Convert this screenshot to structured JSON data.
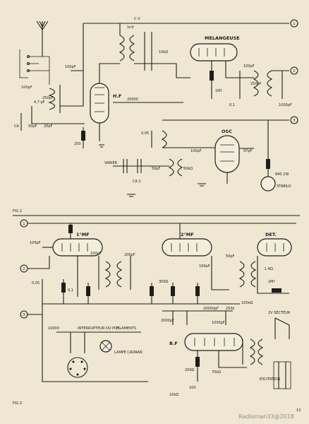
{
  "figure_labels": [
    "FIG.2",
    "FIG.3"
  ],
  "page_number": "13",
  "watermark": "Radioman33@2018",
  "fig2": {
    "stages": {
      "hf": "H.F",
      "melangeuse": "MELANGEUSE",
      "osc": "OSC",
      "cv": "C.V",
      "stabilo": "STABILO"
    },
    "connectors": [
      "1",
      "2",
      "3"
    ],
    "components": {
      "c_1mf": "1mf",
      "c_100pf_a": "100pF",
      "c_100pf_b": "100pF",
      "c_4p7": "4,7 pF",
      "c_20pf": "20pF",
      "c_50pf": "50pF",
      "c_250pf": "250pF",
      "c_ca": "CA",
      "c_10k": "10kΩ",
      "r_20000": "20000",
      "r_1mf": "1Mf",
      "c_01": "0,1",
      "c_005": "0,05",
      "c_50pf_b": "50pF",
      "c_100pf_c": "100pF",
      "varier": "VARIER",
      "r_250": "250",
      "r_840": "840 2W",
      "c_97pf": "97pF",
      "c_100kfx": "100pF",
      "r_50k": "50kΩ",
      "c_1000pf": "1000pF",
      "r_250pf": "250pF",
      "c_ca2": "CA 2"
    }
  },
  "fig3": {
    "stages": {
      "mf1": "1°MF",
      "mf2": "2°MF",
      "det": "DET.",
      "bf": "B.F"
    },
    "connectors": [
      "1",
      "2",
      "3"
    ],
    "labels": {
      "switch": "INTERRUPTEUR DU POT.",
      "filaments": "FILAMENTS",
      "lampe": "LAMPE CADRAN",
      "hp": "EXCITATION",
      "secteur": "2V SECTEUR",
      "r_50": "50pF",
      "r_1k": "1 KΩ",
      "c_100pf_a": "100pF",
      "c_100pf_b": "100pF",
      "c_100pf_c": "100pF",
      "c_200pf": "200pF",
      "r_2mf": "2Mf",
      "c_005": "0,05",
      "c_01": "0,1",
      "r_300": "300Ω",
      "r_100k": "100kΩ",
      "c_10000": "10000",
      "r_250k": "250k",
      "c_1000pf": "1000pF",
      "r_200": "200Ω",
      "c_20000": "20000pF",
      "c_2000": "2000pF",
      "r_70k": "70kΩ",
      "c_10k": "10kΩ",
      "c_100": "100"
    }
  }
}
